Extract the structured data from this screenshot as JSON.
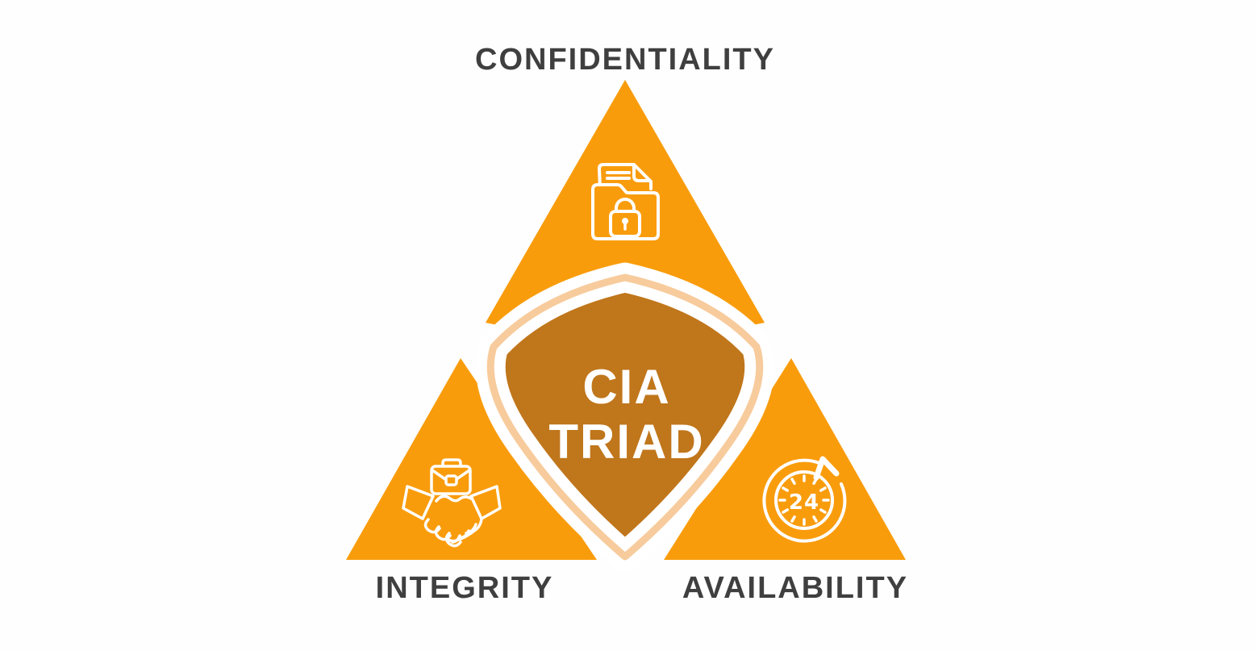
{
  "diagram": {
    "title_top": "CONFIDENTIALITY",
    "label_bottom_left": "INTEGRITY",
    "label_bottom_right": "AVAILABILITY",
    "shield": {
      "line1": "CIA",
      "line2": "TRIAD"
    },
    "clock_label": "24"
  },
  "icons": [
    {
      "name": "folder-lock-icon",
      "represents": "confidentiality"
    },
    {
      "name": "handshake-briefcase-icon",
      "represents": "integrity"
    },
    {
      "name": "24-hour-clock-icon",
      "represents": "availability"
    }
  ],
  "colors": {
    "orange": "#F99C0C",
    "dark_orange": "#C0761B",
    "peach": "#F7CB9C",
    "label_text": "#3F3F3F",
    "icon_stroke": "#FFFFFF",
    "background": "#FEFEFE"
  }
}
